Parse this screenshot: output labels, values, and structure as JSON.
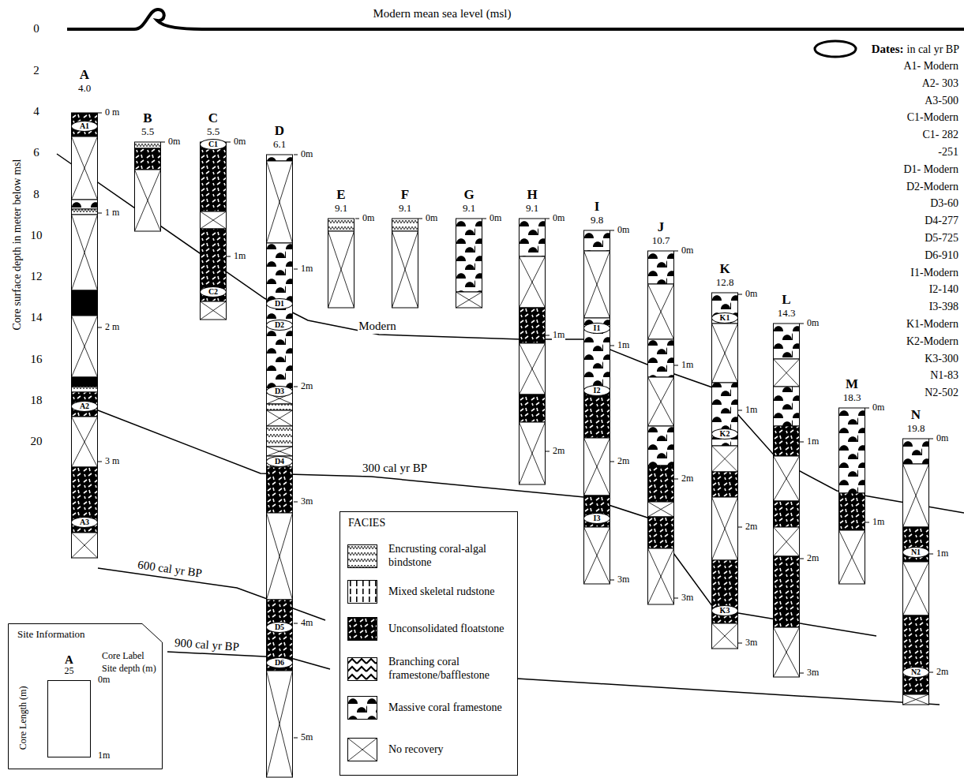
{
  "diagram": {
    "nodes": [
      {
        "text": [
          "A",
          "4.0"
        ]
      },
      {
        "text": [
          "A1"
        ],
        "in": 0
      },
      {
        "text": [
          "A2"
        ],
        "in": 0
      },
      {
        "text": [
          "A3"
        ],
        "in": 0
      },
      {
        "text": [
          "B",
          "5.5"
        ]
      },
      {
        "text": [
          "C",
          "5.5"
        ]
      },
      {
        "text": [
          "C1"
        ],
        "in": 5
      },
      {
        "text": [
          "C2"
        ],
        "in": 5
      },
      {
        "text": [
          "D",
          "6.1"
        ]
      },
      {
        "text": [
          "D1"
        ],
        "in": 8
      },
      {
        "text": [
          "D2"
        ],
        "in": 8
      },
      {
        "text": [
          "D3"
        ],
        "in": 8
      },
      {
        "text": [
          "D4"
        ],
        "in": 8
      },
      {
        "text": [
          "D5"
        ],
        "in": 8
      },
      {
        "text": [
          "D6"
        ],
        "in": 8
      },
      {
        "text": [
          "E",
          "9.1"
        ]
      },
      {
        "text": [
          "F",
          "9.1"
        ]
      },
      {
        "text": [
          "G",
          "9.1"
        ]
      },
      {
        "text": [
          "H",
          "9.1"
        ]
      },
      {
        "text": [
          "I",
          "9.8"
        ]
      },
      {
        "text": [
          "I1"
        ],
        "in": 19
      },
      {
        "text": [
          "I2"
        ],
        "in": 19
      },
      {
        "text": [
          "I3"
        ],
        "in": 19
      },
      {
        "text": [
          "J",
          "10.7"
        ]
      },
      {
        "text": [
          "K",
          "12.8"
        ]
      },
      {
        "text": [
          "K1"
        ],
        "in": 24
      },
      {
        "text": [
          "K2"
        ],
        "in": 24
      },
      {
        "text": [
          "K3"
        ],
        "in": 24
      },
      {
        "text": [
          "L",
          "14.3"
        ]
      },
      {
        "text": [
          "M",
          "18.3"
        ]
      },
      {
        "text": [
          "N",
          "19.8"
        ]
      },
      {
        "text": [
          "N1"
        ],
        "in": 30
      },
      {
        "text": [
          "N2"
        ],
        "in": 30
      },
      {
        "text": [
          "Site Information"
        ]
      },
      {
        "text": [
          "A",
          "25"
        ],
        "in": 33
      }
    ],
    "labels": [
      "Modern mean sea level (msl)",
      "0",
      "2",
      "4",
      "6",
      "8",
      "10",
      "12",
      "14",
      "16",
      "18",
      "20",
      "Core surface depth in meter below msl",
      "Dates:",
      "in cal yr BP",
      "A1- Modern",
      "A2- 303",
      "A3-500",
      "C1-Modern",
      "C1- 282",
      "-251",
      "D1- Modern",
      "D2-Modern",
      "D3-60",
      "D4-277",
      "D5-725",
      "D6-910",
      "I1-Modern",
      "I2-140",
      "I3-398",
      "K1-Modern",
      "K2-Modern",
      "K3-300",
      "N1-83",
      "N2-502",
      "0 m",
      "1 m",
      "2 m",
      "3 m",
      "0m",
      "0m",
      "1m",
      "0m",
      "1m",
      "2m",
      "3m",
      "4m",
      "5m",
      "0m",
      "0m",
      "0m",
      "0m",
      "1m",
      "2m",
      "0m",
      "1m",
      "2m",
      "3m",
      "0m",
      "1m",
      "2m",
      "3m",
      "0m",
      "1m",
      "2m",
      "3m",
      "0m",
      "1m",
      "2m",
      "3m",
      "0m",
      "1m",
      "0m",
      "1m",
      "2m",
      "Modern",
      "300 cal yr BP",
      "600 cal yr BP",
      "900 cal yr BP",
      "FACIES",
      "Core Label",
      "Site depth (m)",
      "0m",
      "1m",
      "Core Length (m)"
    ],
    "legend": [
      {
        "text": "Encrusting coral-algal bindstone"
      },
      {
        "text": "Mixed skeletal rudstone"
      },
      {
        "text": "Unconsolidated floatstone"
      },
      {
        "text": "Branching coral framestone/bafflestone"
      },
      {
        "text": "Massive coral framestone"
      },
      {
        "text": "No recovery"
      }
    ]
  }
}
